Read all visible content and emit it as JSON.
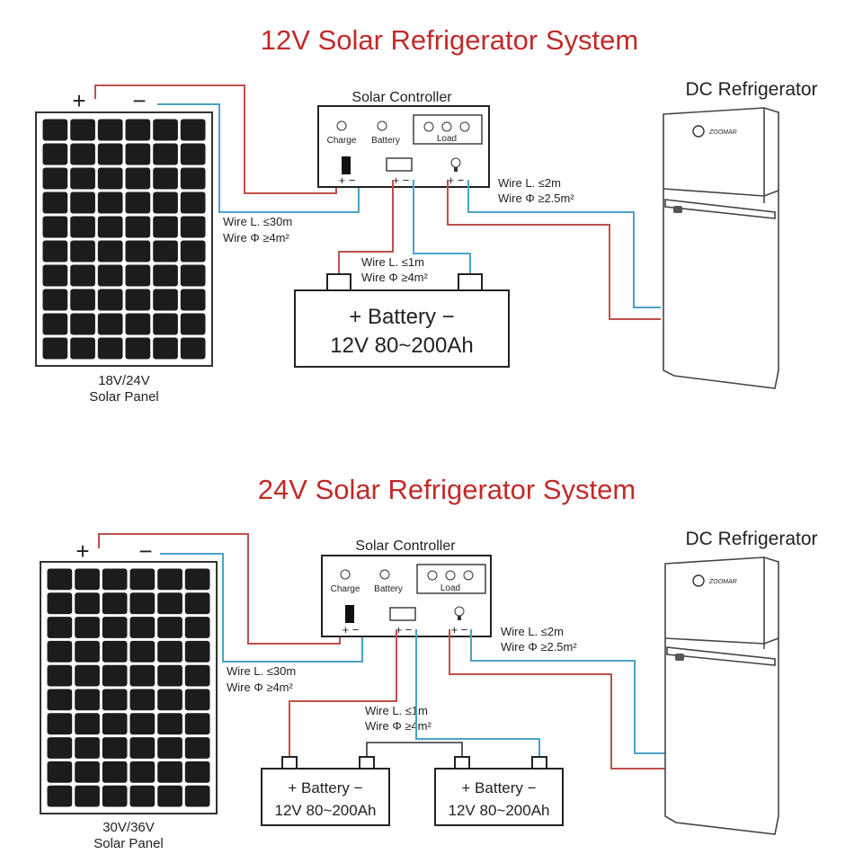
{
  "systems": [
    {
      "title": "12V Solar Refrigerator System",
      "panel": {
        "plus": "+",
        "minus": "−",
        "line1": "18V/24V",
        "line2": "Solar Panel"
      },
      "controller": {
        "title": "Solar Controller",
        "charge": "Charge",
        "battery": "Battery",
        "load": "Load",
        "pm": "+ −"
      },
      "wire_panel": {
        "l1": "Wire L. ≤30m",
        "l2": "Wire Φ ≥4m²"
      },
      "wire_load": {
        "l1": "Wire L. ≤2m",
        "l2": "Wire Φ ≥2.5m²"
      },
      "wire_batt": {
        "l1": "Wire L. ≤1m",
        "l2": "Wire Φ ≥4m²"
      },
      "batteries": [
        {
          "label": "+ Battery  −",
          "spec": "12V 80~200Ah"
        }
      ],
      "fridge": {
        "title": "DC Refrigerator",
        "brand": "ZOOMAR"
      }
    },
    {
      "title": "24V Solar Refrigerator System",
      "panel": {
        "plus": "+",
        "minus": "−",
        "line1": "30V/36V",
        "line2": "Solar Panel"
      },
      "controller": {
        "title": "Solar Controller",
        "charge": "Charge",
        "battery": "Battery",
        "load": "Load",
        "pm": "+ −"
      },
      "wire_panel": {
        "l1": "Wire L. ≤30m",
        "l2": "Wire Φ ≥4m²"
      },
      "wire_load": {
        "l1": "Wire L. ≤2m",
        "l2": "Wire Φ ≥2.5m²"
      },
      "wire_batt": {
        "l1": "Wire L. ≤1m",
        "l2": "Wire Φ ≥4m²"
      },
      "batteries": [
        {
          "label": "+ Battery −",
          "spec": "12V 80~200Ah"
        },
        {
          "label": "+ Battery −",
          "spec": "12V 80~200Ah"
        }
      ],
      "fridge": {
        "title": "DC Refrigerator",
        "brand": "ZOOMAR"
      }
    }
  ],
  "colors": {
    "title": "#c22a2a",
    "positive_wire": "#c0504d",
    "negative_wire": "#4aa3c6"
  }
}
